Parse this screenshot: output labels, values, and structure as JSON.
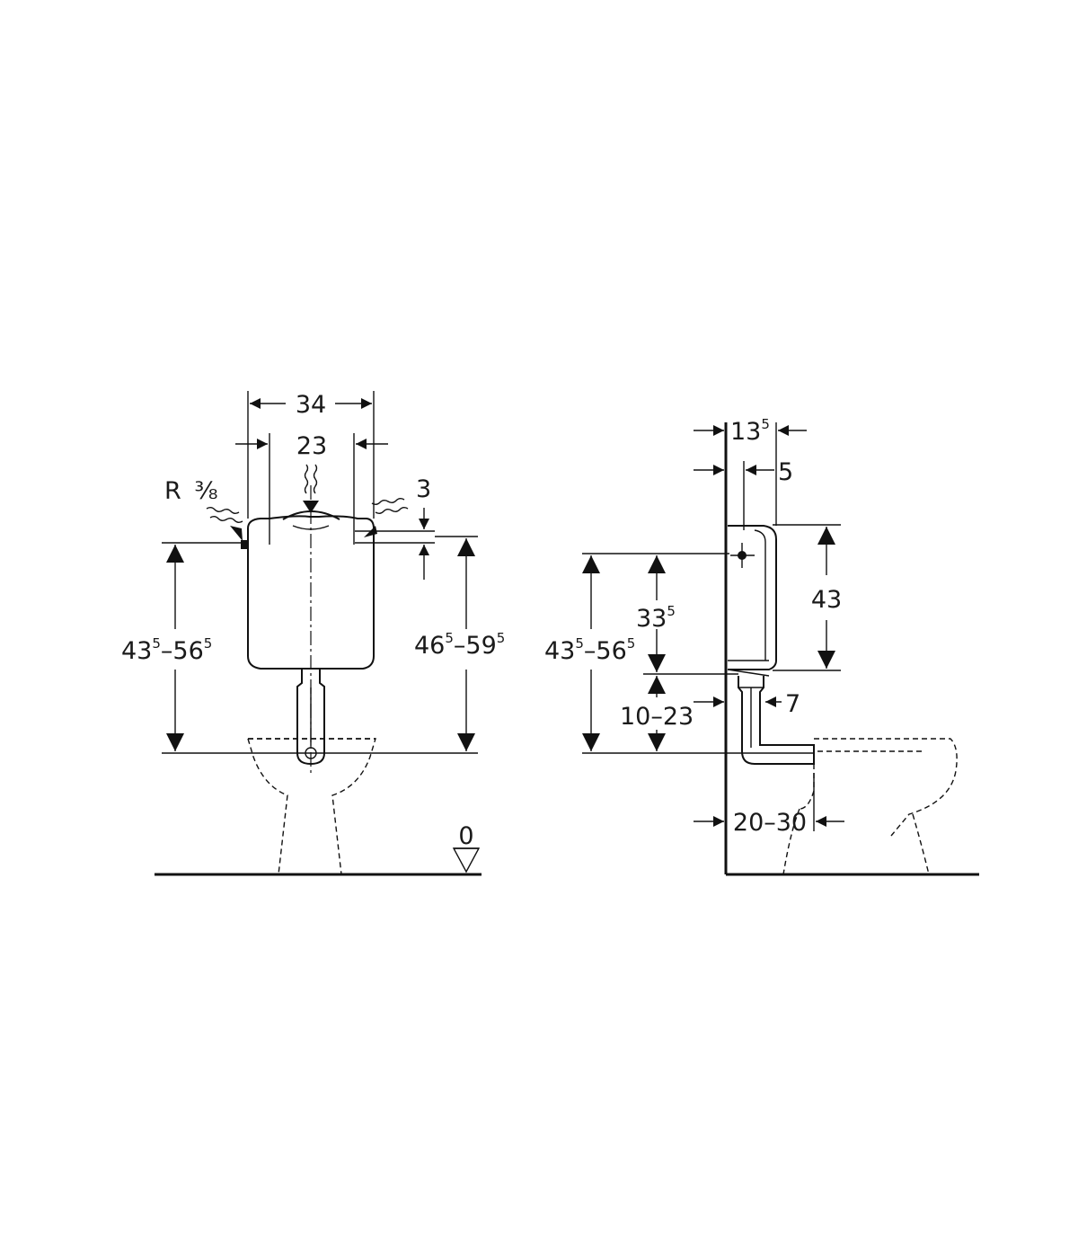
{
  "front_view": {
    "total_width": "34",
    "inner_width": "23",
    "connection_label": "R",
    "connection_size": "⅜",
    "lid_offset": "3",
    "height_left": {
      "base": "43",
      "sup1": "5",
      "dash": "–56",
      "sup2": "5"
    },
    "height_right": {
      "base": "46",
      "sup1": "5",
      "dash": "–59",
      "sup2": "5"
    },
    "floor_level": "0"
  },
  "side_view": {
    "depth": {
      "base": "13",
      "sup": "5"
    },
    "wall_gap": "5",
    "tank_height": "43",
    "valve_height": {
      "base": "33",
      "sup": "5"
    },
    "total_height": {
      "base": "43",
      "sup1": "5",
      "dash": "–56",
      "sup2": "5"
    },
    "adjust_range": "10–23",
    "pipe_offset": "7",
    "wall_distance": "20–30"
  },
  "icons": [
    "flush-wave-icon",
    "floor-level-triangle-icon"
  ]
}
